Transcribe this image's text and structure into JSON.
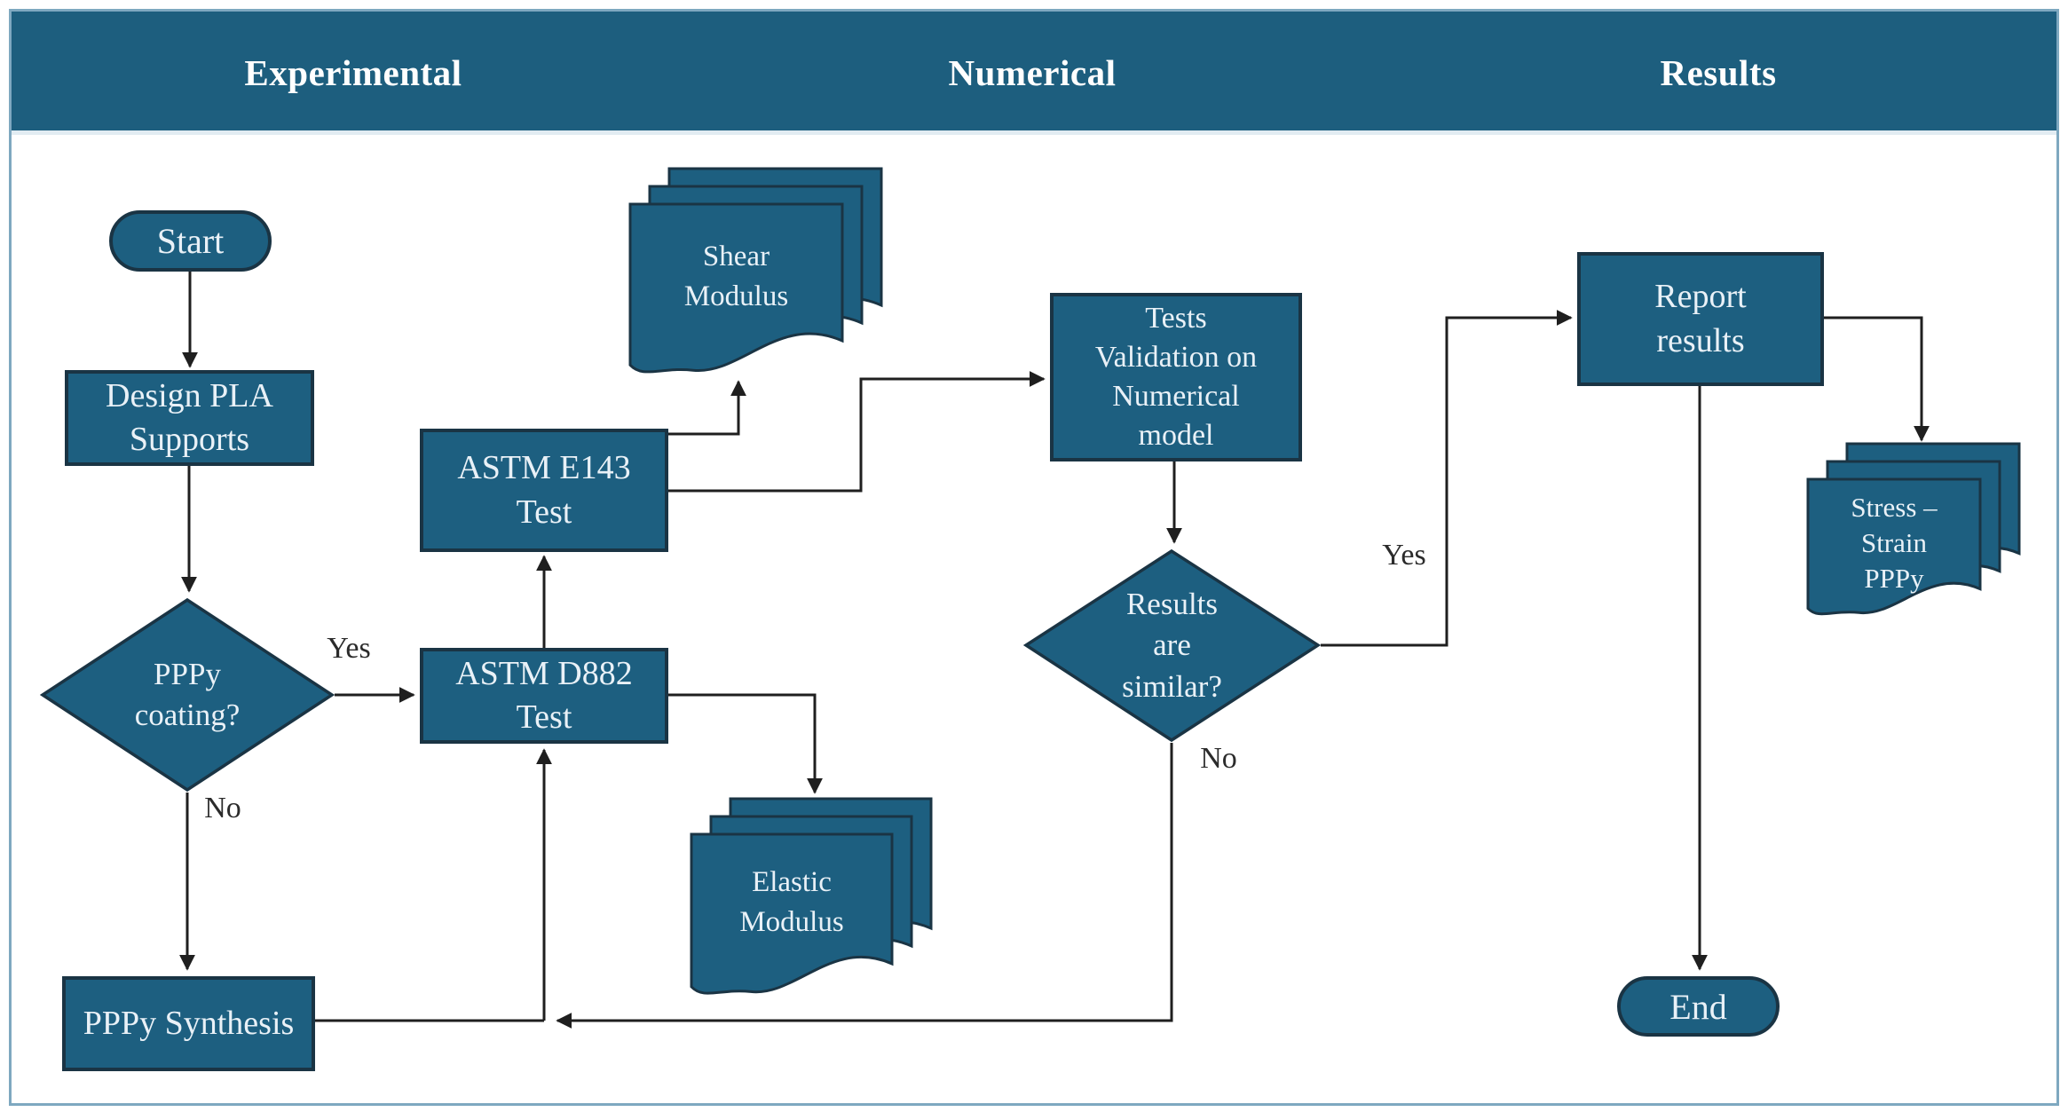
{
  "title": "Experimental-numerical workflow flowchart",
  "header": {
    "columns": [
      {
        "label": "Experimental"
      },
      {
        "label": "Numerical"
      },
      {
        "label": "Results"
      }
    ]
  },
  "nodes": {
    "start": {
      "type": "terminator",
      "label": "Start"
    },
    "design": {
      "type": "process",
      "label": "Design PLA\nSupports"
    },
    "pppy_coating": {
      "type": "decision",
      "label": "PPPy\ncoating?"
    },
    "pppy_synthesis": {
      "type": "process",
      "label": "PPPy Synthesis"
    },
    "astm_d882": {
      "type": "process",
      "label": "ASTM D882\nTest"
    },
    "astm_e143": {
      "type": "process",
      "label": "ASTM E143\nTest"
    },
    "shear_modulus": {
      "type": "document",
      "label": "Shear\nModulus"
    },
    "elastic_modulus": {
      "type": "document",
      "label": "Elastic\nModulus"
    },
    "tests_validation": {
      "type": "process",
      "label": "Tests\nValidation on\nNumerical\nmodel"
    },
    "results_similar": {
      "type": "decision",
      "label": "Results\nare\nsimilar?"
    },
    "report_results": {
      "type": "process",
      "label": "Report\nresults"
    },
    "stress_strain": {
      "type": "document",
      "label": "Stress –\nStrain\nPPPy"
    },
    "end": {
      "type": "terminator",
      "label": "End"
    }
  },
  "edge_labels": {
    "coating_yes": "Yes",
    "coating_no": "No",
    "similar_yes": "Yes",
    "similar_no": "No"
  },
  "colors": {
    "node_fill": "#1d5f80",
    "node_border": "#1a3444",
    "header_band": "#1d5e7e",
    "header_text": "#ffffff",
    "node_text": "#e9f1f7",
    "connector": "#1f1f1f",
    "edge_label_text": "#2b2b2b",
    "frame_border": "#7ea8c0"
  }
}
